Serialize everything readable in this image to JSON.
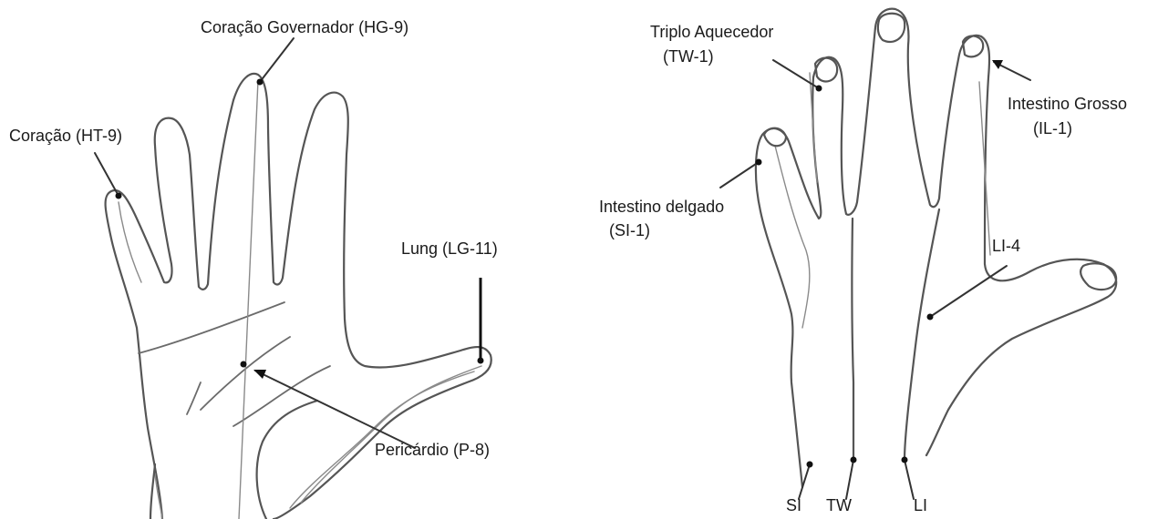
{
  "palm_labels": {
    "hg9": "Coração Governador (HG-9)",
    "ht9": "Coração (HT-9)",
    "lg11": "Lung (LG-11)",
    "p8": "Pericárdio (P-8)"
  },
  "back_labels": {
    "tw1_line1": "Triplo Aquecedor",
    "tw1_line2": "(TW-1)",
    "il1_line1": "Intestino Grosso",
    "il1_line2": "(IL-1)",
    "si1_line1": "Intestino delgado",
    "si1_line2": "(SI-1)",
    "li4": "LI-4",
    "si": "SI",
    "tw": "TW",
    "li": "LI"
  },
  "colors": {
    "outline": "#555555",
    "point": "#111111",
    "text": "#1a1a1a"
  }
}
